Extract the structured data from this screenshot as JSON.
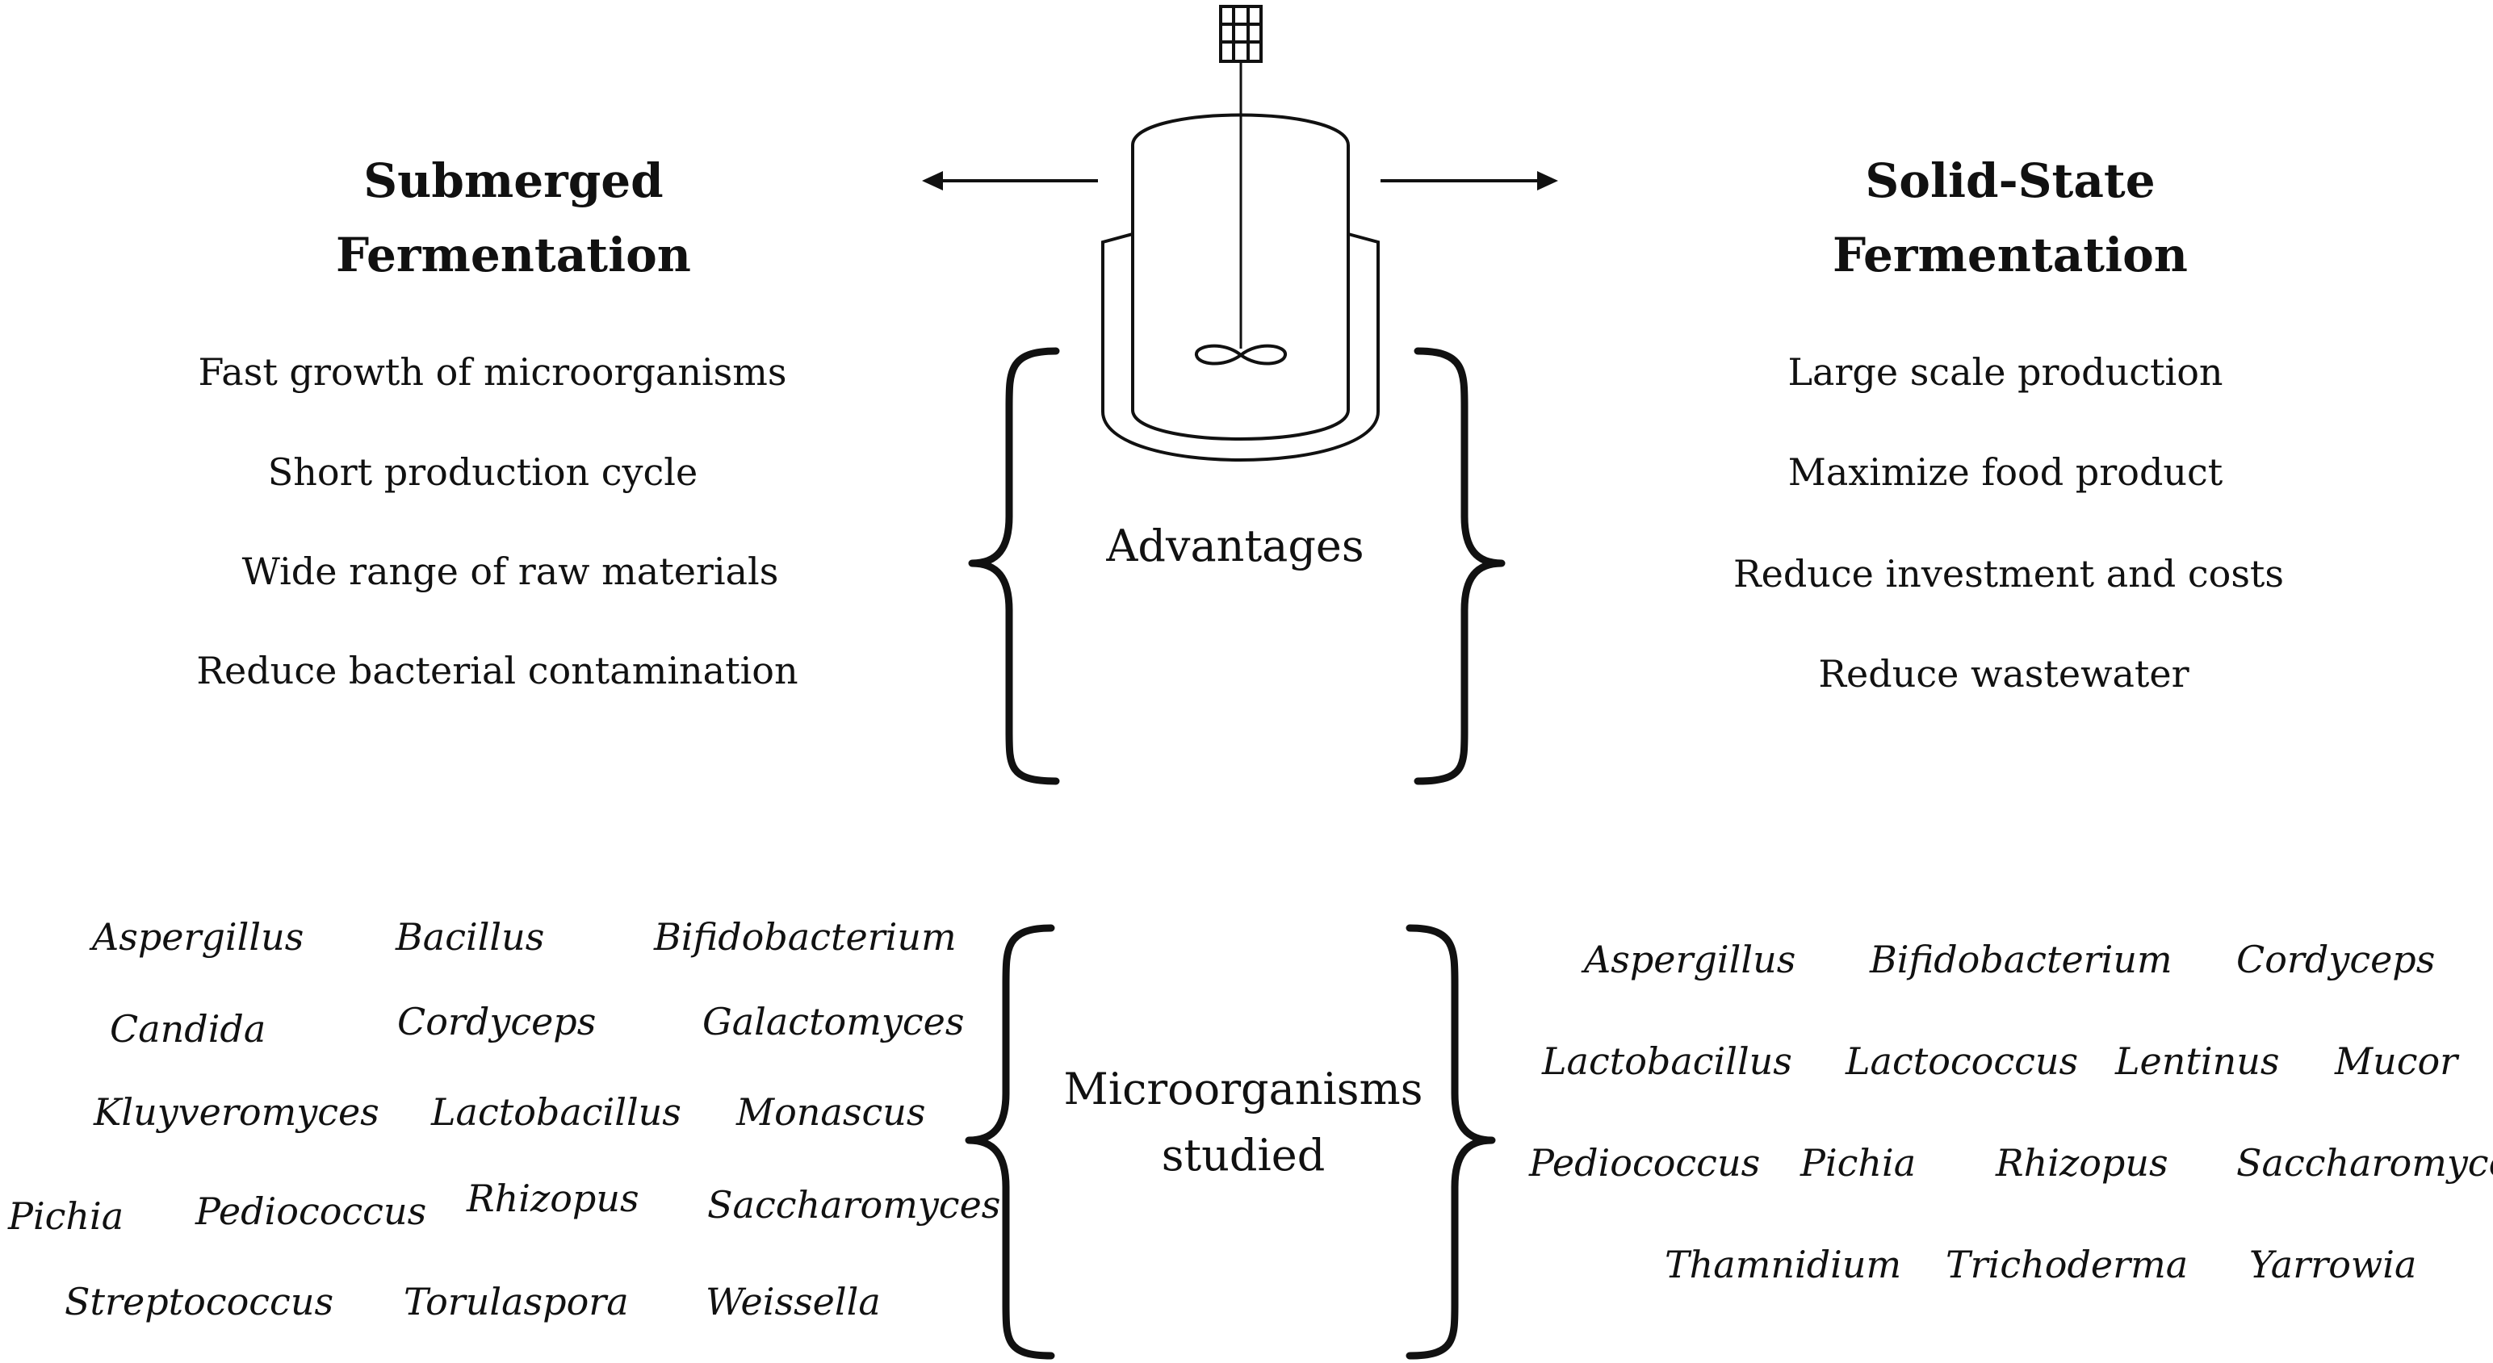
{
  "left": {
    "title_line1": "Submerged",
    "title_line2": "Fermentation",
    "advantages": [
      "Fast growth of microorganisms",
      "Short production cycle",
      "Wide range of raw materials",
      "Reduce bacterial contamination"
    ],
    "organisms": [
      "Aspergillus",
      "Bacillus",
      "Bifidobacterium",
      "Candida",
      "Cordyceps",
      "Galactomyces",
      "Kluyveromyces",
      "Lactobacillus",
      "Monascus",
      "Pichia",
      "Pediococcus",
      "Rhizopus",
      "Saccharomyces",
      "Streptococcus",
      "Torulaspora",
      "Weissella"
    ]
  },
  "right": {
    "title_line1": "Solid-State",
    "title_line2": "Fermentation",
    "advantages": [
      "Large scale production",
      "Maximize food product",
      "Reduce investment and costs",
      "Reduce wastewater"
    ],
    "organisms": [
      "Aspergillus",
      "Bifidobacterium",
      "Cordyceps",
      "Lactobacillus",
      "Lactococcus",
      "Lentinus",
      "Mucor",
      "Pediococcus",
      "Pichia",
      "Rhizopus",
      "Saccharomyces",
      "Thamnidium",
      "Trichoderma",
      "Yarrowia"
    ]
  },
  "center": {
    "advantages_label": "Advantages",
    "microorganisms_line1": "Microorganisms",
    "microorganisms_line2": "studied"
  }
}
